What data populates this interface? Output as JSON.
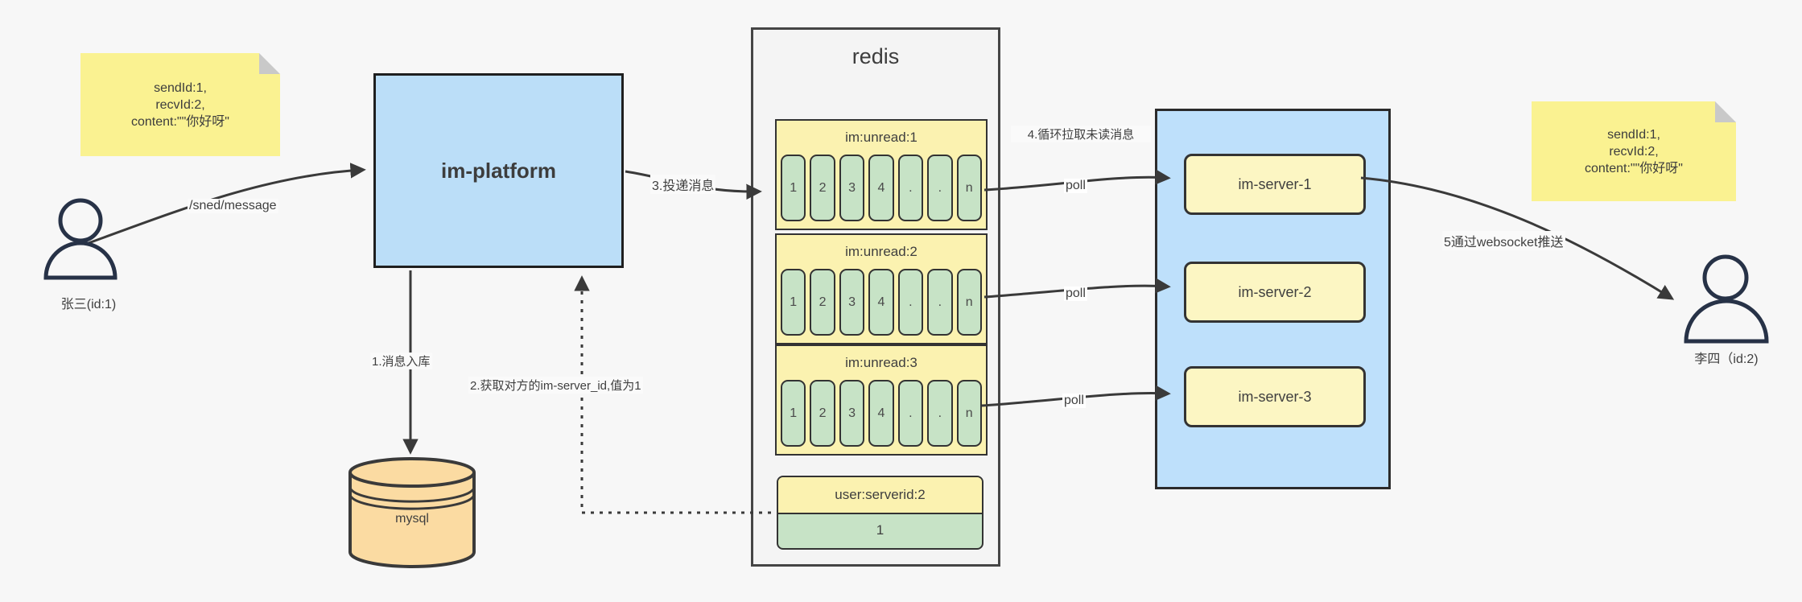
{
  "colors": {
    "background": "#f7f7f7",
    "line": "#3a3a3a",
    "platform_blue": "#bbdef8",
    "servers_blue": "#bee0fb",
    "note_yellow": "#faf291",
    "queue_yellow": "#fbf2b0",
    "server_yellow": "#fcf6c3",
    "cell_green": "#c7e3c6",
    "mysql_orange": "#fbdba2",
    "redis_panel": "#f4f4f4",
    "person_navy": "#273247"
  },
  "sender": {
    "name": "张三(id:1)"
  },
  "receiver": {
    "name": "李四（id:2)"
  },
  "note_left": {
    "line1": "sendId:1,",
    "line2": "recvId:2,",
    "line3": "content:\"\"你好呀\""
  },
  "note_right": {
    "line1": "sendId:1,",
    "line2": "recvId:2,",
    "line3": "content:\"\"你好呀\""
  },
  "platform": {
    "label": "im-platform"
  },
  "mysql": {
    "label": "mysql"
  },
  "redis": {
    "title": "redis",
    "queues": [
      {
        "header": "im:unread:1",
        "cells": [
          "1",
          "2",
          "3",
          "4",
          ".",
          ".",
          "n"
        ]
      },
      {
        "header": "im:unread:2",
        "cells": [
          "1",
          "2",
          "3",
          "4",
          ".",
          ".",
          "n"
        ]
      },
      {
        "header": "im:unread:3",
        "cells": [
          "1",
          "2",
          "3",
          "4",
          ".",
          ".",
          "n"
        ]
      }
    ],
    "kv": {
      "header": "user:serverid:2",
      "value": "1"
    }
  },
  "servers": [
    {
      "label": "im-server-1"
    },
    {
      "label": "im-server-2"
    },
    {
      "label": "im-server-3"
    }
  ],
  "labels": {
    "send": "/sned/message",
    "store": "1.消息入库",
    "lookup": "2.获取对方的im-server_id,值为1",
    "deliver": "3.投递消息",
    "pull": "4.循环拉取未读消息",
    "poll_1": "poll",
    "poll_2": "poll",
    "poll_3": "poll",
    "push": "5通过websocket推送"
  }
}
